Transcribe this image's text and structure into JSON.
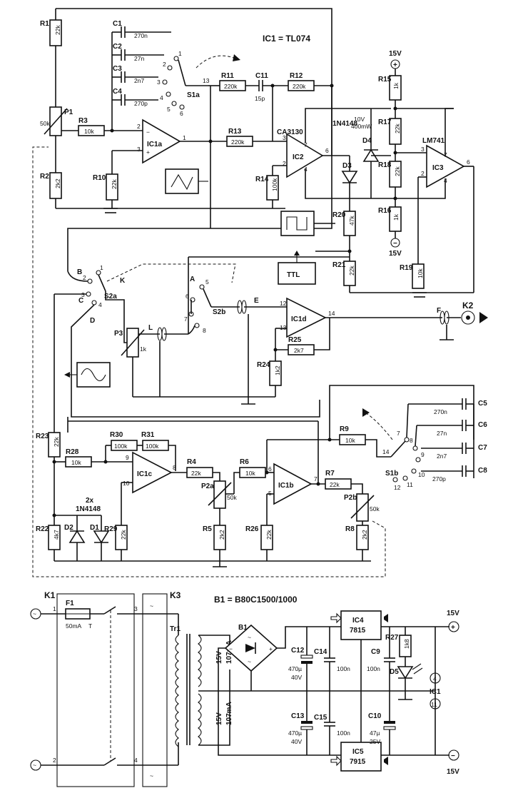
{
  "header": {
    "ic1_note": "IC1 = TL074",
    "bridge_note": "B1 = B80C1500/1000"
  },
  "resistors": [
    {
      "ref": "R1",
      "value": "22k"
    },
    {
      "ref": "R2",
      "value": "2k2"
    },
    {
      "ref": "R3",
      "value": "10k"
    },
    {
      "ref": "R10",
      "value": "22k"
    },
    {
      "ref": "R11",
      "value": "220k"
    },
    {
      "ref": "R12",
      "value": "220k"
    },
    {
      "ref": "R13",
      "value": "220k"
    },
    {
      "ref": "R14",
      "value": "100k"
    },
    {
      "ref": "R15",
      "value": "1k"
    },
    {
      "ref": "R16",
      "value": "1k"
    },
    {
      "ref": "R17",
      "value": "22k"
    },
    {
      "ref": "R18",
      "value": "22k"
    },
    {
      "ref": "R19",
      "value": "10k"
    },
    {
      "ref": "R20",
      "value": "47k"
    },
    {
      "ref": "R21",
      "value": "22k"
    },
    {
      "ref": "R24",
      "value": "1k2"
    },
    {
      "ref": "R25",
      "value": "2k7"
    },
    {
      "ref": "R23",
      "value": "22k"
    },
    {
      "ref": "R28",
      "value": "10k"
    },
    {
      "ref": "R30",
      "value": "100k"
    },
    {
      "ref": "R31",
      "value": "100k"
    },
    {
      "ref": "R4",
      "value": "22k"
    },
    {
      "ref": "R6",
      "value": "10k"
    },
    {
      "ref": "R9",
      "value": "10k"
    },
    {
      "ref": "R7",
      "value": "22k"
    },
    {
      "ref": "R22",
      "value": "4k7"
    },
    {
      "ref": "R29",
      "value": "22k"
    },
    {
      "ref": "R5",
      "value": "2k2"
    },
    {
      "ref": "R26",
      "value": "22k"
    },
    {
      "ref": "R8",
      "value": "2k2"
    },
    {
      "ref": "R27",
      "value": "1k8"
    }
  ],
  "capacitors": [
    {
      "ref": "C1",
      "value": "270n"
    },
    {
      "ref": "C2",
      "value": "27n"
    },
    {
      "ref": "C3",
      "value": "2n7"
    },
    {
      "ref": "C4",
      "value": "270p"
    },
    {
      "ref": "C11",
      "value": "15p"
    },
    {
      "ref": "C5",
      "value": "270n"
    },
    {
      "ref": "C6",
      "value": "27n"
    },
    {
      "ref": "C7",
      "value": "2n7"
    },
    {
      "ref": "C8",
      "value": "270p"
    }
  ],
  "ics": {
    "ic1a": "IC1a",
    "ic1b": "IC1b",
    "ic1c": "IC1c",
    "ic1d": "IC1d",
    "ic2": "IC2",
    "ic3": "IC3",
    "ic2_part": "CA3130",
    "ic3_part": "LM741",
    "ic4": "IC4",
    "ic4_part": "7815",
    "ic5": "IC5",
    "ic5_part": "7915",
    "ic1": "IC1"
  },
  "diodes": {
    "d3": "D3",
    "d3_part": "1N4148",
    "d4": "D4",
    "d4_rating1": "10V",
    "d4_rating2": "400mW",
    "d1": "D1",
    "d2": "D2",
    "d12_part": "1N4148",
    "d12_count": "2x",
    "d5": "D5"
  },
  "pots": {
    "p1": "P1",
    "p1_val": "50k",
    "p2a": "P2a",
    "p2a_val": "50k",
    "p2b": "P2b",
    "p2b_val": "50k",
    "p3": "P3",
    "p3_val": "1k"
  },
  "switches": {
    "s1a": "S1a",
    "s1b": "S1b",
    "s2a": "S2a",
    "s2b": "S2b"
  },
  "nodes": {
    "a": "A",
    "b": "B",
    "c": "C",
    "d": "D",
    "e": "E",
    "f": "F",
    "k": "K",
    "l": "L"
  },
  "connectors": {
    "k1": "K1",
    "k2": "K2",
    "k3": "K3"
  },
  "ttl": "TTL",
  "supply": {
    "v_pos": "15V",
    "v_neg": "15V",
    "f1": "F1",
    "f1_val": "50mA",
    "f1_type": "T",
    "tr1": "Tr1",
    "b1": "B1",
    "sec_v": "15V",
    "sec_i": "107mA",
    "c12": "C12",
    "c12_v1": "470µ",
    "c12_v2": "40V",
    "c13": "C13",
    "c13_v1": "470µ",
    "c13_v2": "40V",
    "c14": "C14",
    "c14_v": "100n",
    "c15": "C15",
    "c15_v": "100n",
    "c9": "C9",
    "c9_v": "100n",
    "c10": "C10",
    "c10_v1": "47µ",
    "c10_v2": "25V",
    "pin4": "4",
    "pin11": "11"
  },
  "pins": {
    "s1a": [
      "1",
      "2",
      "3",
      "4",
      "5",
      "6",
      "13"
    ],
    "s1b": [
      "7",
      "8",
      "9",
      "10",
      "11",
      "12",
      "14"
    ],
    "s2a": [
      "1",
      "2",
      "3",
      "4"
    ],
    "s2b": [
      "5",
      "6",
      "7",
      "8"
    ]
  }
}
